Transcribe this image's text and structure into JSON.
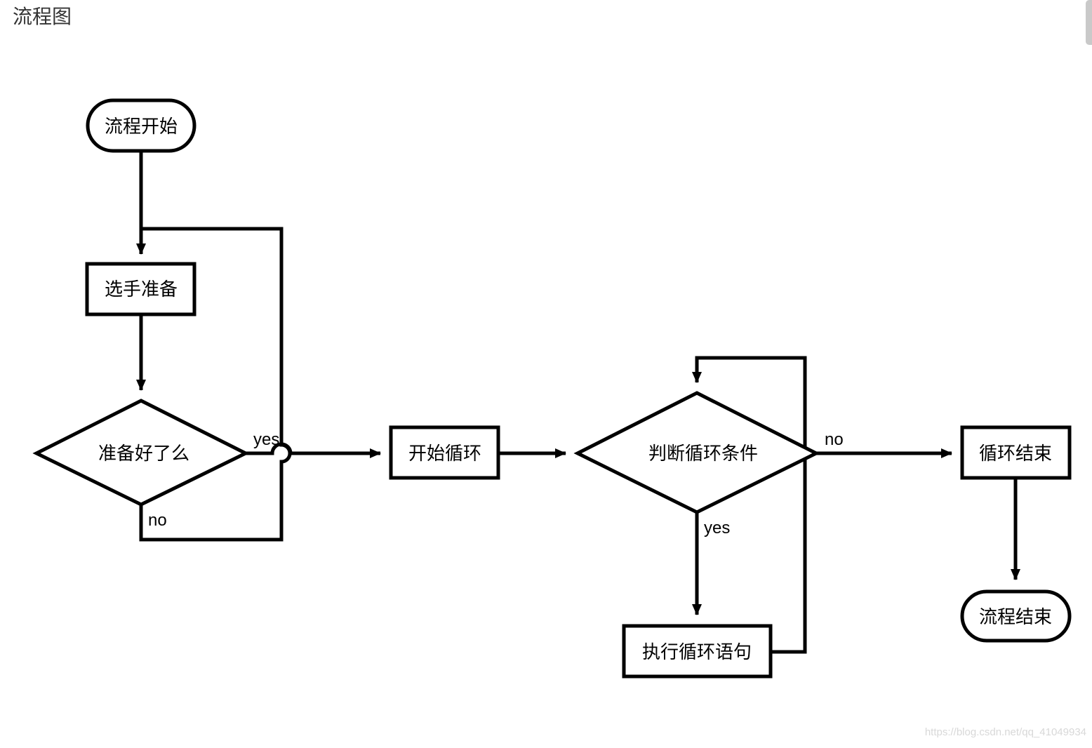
{
  "page": {
    "title": "流程图",
    "watermark": "https://blog.csdn.net/qq_41049934"
  },
  "diagram": {
    "nodes": {
      "start": {
        "label": "流程开始",
        "shape": "terminator"
      },
      "prepare": {
        "label": "选手准备",
        "shape": "process"
      },
      "ready_check": {
        "label": "准备好了么",
        "shape": "decision"
      },
      "loop_start": {
        "label": "开始循环",
        "shape": "process"
      },
      "loop_condition": {
        "label": "判断循环条件",
        "shape": "decision"
      },
      "loop_body": {
        "label": "执行循环语句",
        "shape": "process"
      },
      "loop_end": {
        "label": "循环结束",
        "shape": "process"
      },
      "end": {
        "label": "流程结束",
        "shape": "terminator"
      }
    },
    "edge_labels": {
      "ready_yes": "yes",
      "ready_no": "no",
      "condition_yes": "yes",
      "condition_no": "no"
    },
    "edges": [
      {
        "from": "start",
        "to": "prepare"
      },
      {
        "from": "prepare",
        "to": "ready_check"
      },
      {
        "from": "ready_check",
        "to": "loop_start",
        "label": "yes"
      },
      {
        "from": "ready_check",
        "to": "prepare",
        "label": "no"
      },
      {
        "from": "loop_start",
        "to": "loop_condition"
      },
      {
        "from": "loop_condition",
        "to": "loop_body",
        "label": "yes"
      },
      {
        "from": "loop_body",
        "to": "loop_condition"
      },
      {
        "from": "loop_condition",
        "to": "loop_end",
        "label": "no"
      },
      {
        "from": "loop_end",
        "to": "end"
      }
    ],
    "colors": {
      "stroke": "#000000",
      "fill": "#ffffff",
      "title_text": "#333333",
      "watermark_text": "#d8d8d8"
    }
  }
}
